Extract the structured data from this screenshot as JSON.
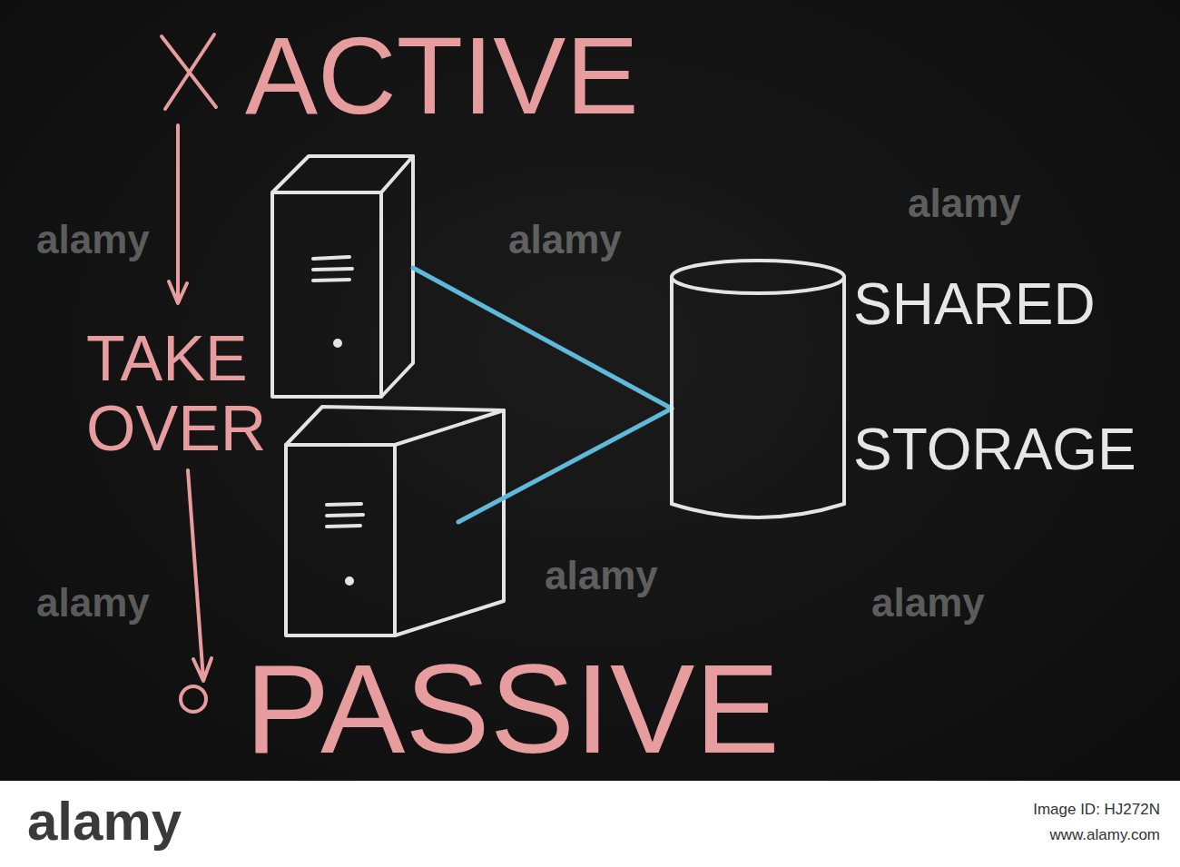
{
  "diagram": {
    "nodes": [
      {
        "text": [
          "SHARED STORAGE"
        ]
      }
    ],
    "labels": [
      "ACTIVE",
      "TAKE OVER",
      "PASSIVE",
      "alamy",
      "alamy",
      "alamy",
      "alamy",
      "alamy",
      "alamy",
      "alamy",
      "Image ID: HJ272N",
      "www.alamy.com"
    ]
  }
}
